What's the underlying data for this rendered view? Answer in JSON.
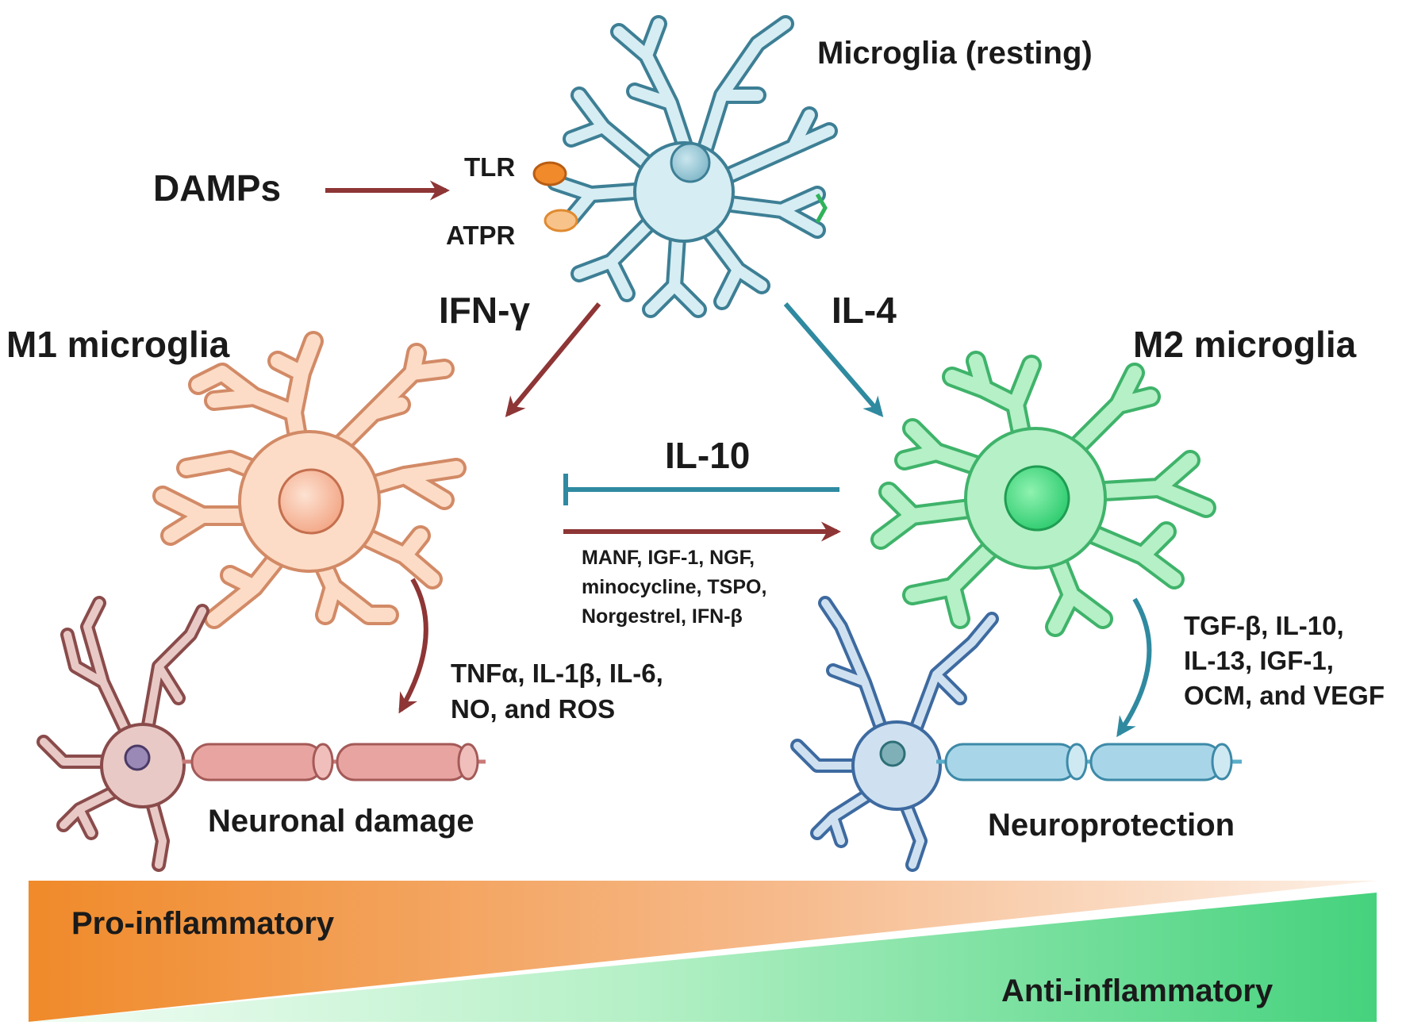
{
  "cells": {
    "resting": {
      "label": "Microglia (resting)"
    },
    "m1": {
      "label": "M1 microglia"
    },
    "m2": {
      "label": "M2 microglia"
    }
  },
  "receptors": {
    "tlr": "TLR",
    "atpr": "ATPR"
  },
  "signals": {
    "damps": "DAMPs",
    "ifn": "IFN-γ",
    "il4": "IL-4",
    "il10": "IL-10"
  },
  "modulators": {
    "line1": "MANF, IGF-1, NGF,",
    "line2": "minocycline, TSPO,",
    "line3": "Norgestrel, IFN-β"
  },
  "m1_factors": {
    "line1": "TNFα, IL-1β, IL-6,",
    "line2": "NO, and ROS"
  },
  "m2_factors": {
    "line1": "TGF-β, IL-10,",
    "line2": "IL-13, IGF-1,",
    "line3": "OCM, and VEGF"
  },
  "outcomes": {
    "damage": "Neuronal damage",
    "protection": "Neuroprotection"
  },
  "gradient": {
    "pro": "Pro-inflammatory",
    "anti": "Anti-inflammatory"
  },
  "colors": {
    "pro_arrow": "#8e3535",
    "anti_arrow": "#2f8aa0",
    "resting_fill": "#d6edf3",
    "resting_stroke": "#3d7f95",
    "m1_fill": "#fcdcc6",
    "m1_stroke": "#d28a66",
    "m2_fill": "#b5f0c6",
    "m2_stroke": "#3fb36a",
    "orange": "#f08a2a",
    "green": "#45d27d"
  }
}
